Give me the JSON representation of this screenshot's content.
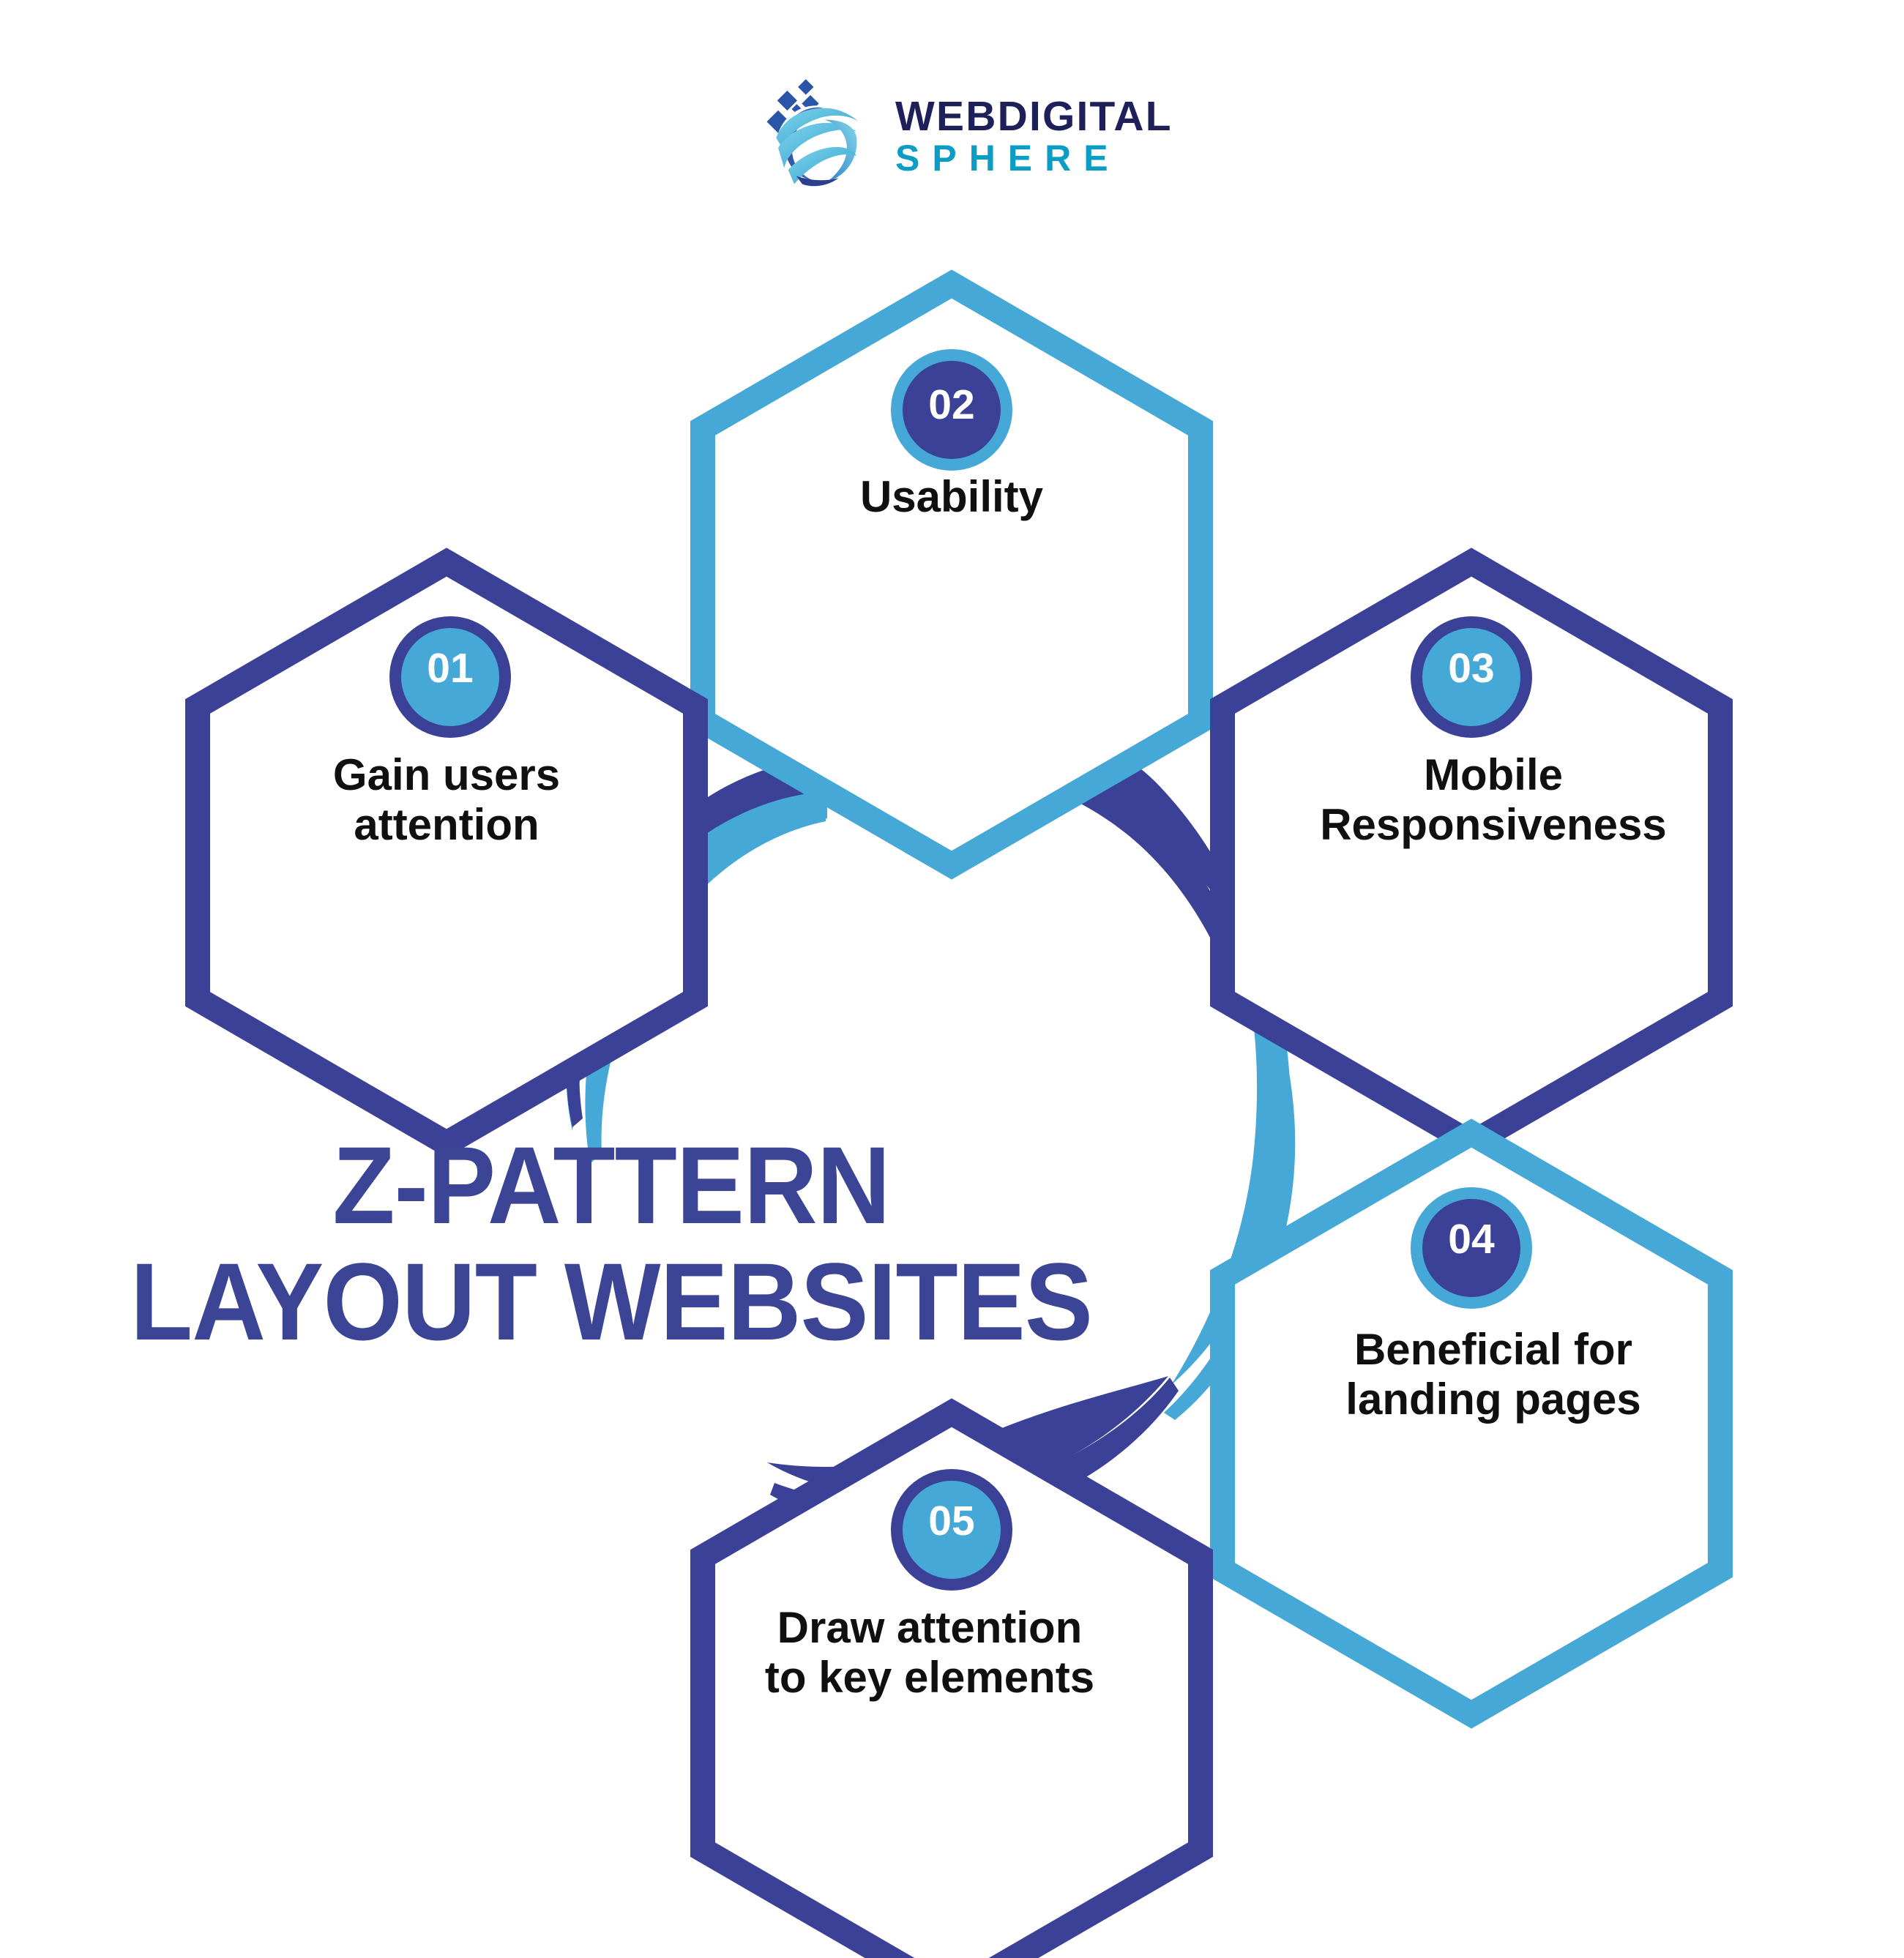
{
  "brand": {
    "line1": "WEBDIGITAL",
    "line2": "SPHERE",
    "mark_icon": "globe-swirl-icon",
    "color_line1": "#1E2159",
    "color_line2": "#0C9DC4"
  },
  "headline": {
    "line1": "Z-PATTERN",
    "line2": "LAYOUT WEBSITES",
    "color": "#3B4495"
  },
  "palette": {
    "navy": "#3B4196",
    "light_blue": "#45A8D6",
    "text": "#101010",
    "background": "#FFFFFF"
  },
  "cards": [
    {
      "number": "01",
      "label": "Gain users\nattention",
      "outline_color": "#3B4196",
      "badge_fill": "#45A8D6",
      "badge_ring": "#3B4196"
    },
    {
      "number": "02",
      "label": "Usability",
      "outline_color": "#45A8D6",
      "badge_fill": "#3B4196",
      "badge_ring": "#45A8D6"
    },
    {
      "number": "03",
      "label": "Mobile\nResponsiveness",
      "outline_color": "#3B4196",
      "badge_fill": "#45A8D6",
      "badge_ring": "#3B4196"
    },
    {
      "number": "04",
      "label": "Beneficial for\nlanding pages",
      "outline_color": "#45A8D6",
      "badge_fill": "#3B4196",
      "badge_ring": "#45A8D6"
    },
    {
      "number": "05",
      "label": "Draw attention\nto key elements",
      "outline_color": "#3B4196",
      "badge_fill": "#45A8D6",
      "badge_ring": "#3B4196"
    }
  ]
}
